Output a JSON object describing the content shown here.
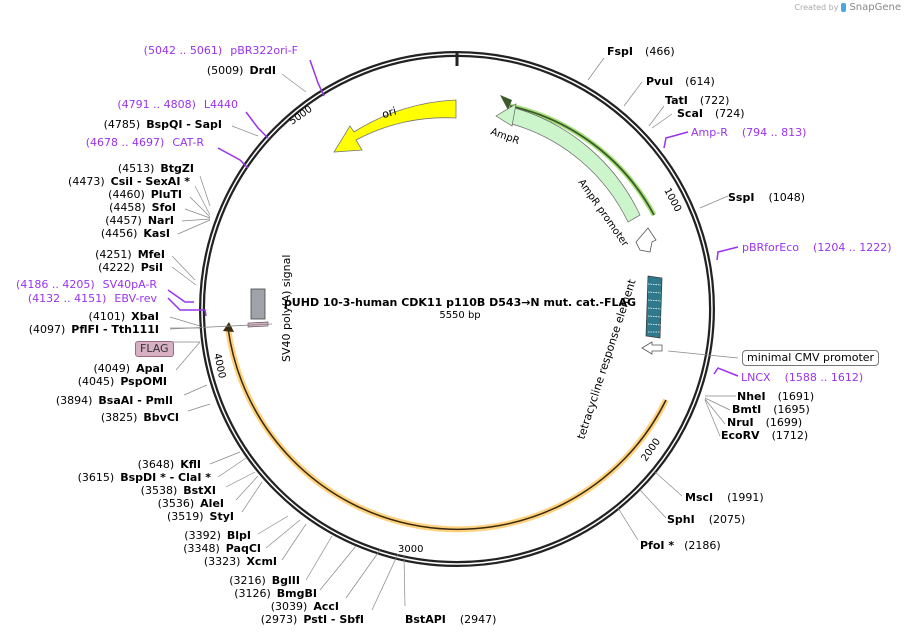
{
  "credit": {
    "created_by": "Created by",
    "brand": "SnapGene"
  },
  "plasmid": {
    "name": "pUHD 10-3-human CDK11 p110B D543→N mut. cat.-FLAG",
    "length": "5550 bp"
  },
  "ticks": [
    "1000",
    "2000",
    "3000",
    "4000",
    "5000"
  ],
  "features": {
    "ori": "ori",
    "ampr": "AmpR",
    "ampr_promoter": "AmpR promoter",
    "tre": "tetracycline response element",
    "sv40": "SV40 poly(A) signal",
    "flag": "FLAG",
    "cmv": "minimal CMV promoter"
  },
  "primers_left": [
    {
      "range": "(5042 .. 5061)",
      "name": "pBR322ori-F"
    },
    {
      "range": "(4791 .. 4808)",
      "name": "L4440"
    },
    {
      "range": "(4678 .. 4697)",
      "name": "CAT-R"
    },
    {
      "range": "(4186 .. 4205)",
      "name": "SV40pA-R"
    },
    {
      "range": "(4132 .. 4151)",
      "name": "EBV-rev"
    }
  ],
  "primers_right": [
    {
      "name": "Amp-R",
      "range": "(794 .. 813)"
    },
    {
      "name": "pBRforEco",
      "range": "(1204 .. 1222)"
    },
    {
      "name": "LNCX",
      "range": "(1588 .. 1612)"
    }
  ],
  "sites_left": [
    {
      "pos": "(5009)",
      "name": "DrdI"
    },
    {
      "pos": "(4785)",
      "name": "BspQI  - SapI"
    },
    {
      "pos": "(4513)",
      "name": "BtgZI"
    },
    {
      "pos": "(4473)",
      "name": "CsiI  - SexAI *"
    },
    {
      "pos": "(4460)",
      "name": "PluTI"
    },
    {
      "pos": "(4458)",
      "name": "SfoI"
    },
    {
      "pos": "(4457)",
      "name": "NarI"
    },
    {
      "pos": "(4456)",
      "name": "KasI"
    },
    {
      "pos": "(4251)",
      "name": "MfeI"
    },
    {
      "pos": "(4222)",
      "name": "PsiI"
    },
    {
      "pos": "(4101)",
      "name": "XbaI"
    },
    {
      "pos": "(4097)",
      "name": "PflFI  - Tth111I"
    },
    {
      "pos": "(4049)",
      "name": "ApaI"
    },
    {
      "pos": "(4045)",
      "name": "PspOMI"
    },
    {
      "pos": "(3894)",
      "name": "BsaAI  - PmlI"
    },
    {
      "pos": "(3825)",
      "name": "BbvCI"
    },
    {
      "pos": "(3648)",
      "name": "KflI"
    },
    {
      "pos": "(3615)",
      "name": "BspDI * - ClaI *"
    },
    {
      "pos": "(3538)",
      "name": "BstXI"
    },
    {
      "pos": "(3536)",
      "name": "AleI"
    },
    {
      "pos": "(3519)",
      "name": "StyI"
    },
    {
      "pos": "(3392)",
      "name": "BlpI"
    },
    {
      "pos": "(3348)",
      "name": "PaqCI"
    },
    {
      "pos": "(3323)",
      "name": "XcmI"
    },
    {
      "pos": "(3216)",
      "name": "BglII"
    },
    {
      "pos": "(3126)",
      "name": "BmgBI"
    },
    {
      "pos": "(3039)",
      "name": "AccI"
    },
    {
      "pos": "(2973)",
      "name": "PstI  - SbfI"
    }
  ],
  "sites_right": [
    {
      "name": "FspI",
      "pos": "(466)"
    },
    {
      "name": "PvuI",
      "pos": "(614)"
    },
    {
      "name": "TatI",
      "pos": "(722)"
    },
    {
      "name": "ScaI",
      "pos": "(724)"
    },
    {
      "name": "SspI",
      "pos": "(1048)"
    },
    {
      "name": "NheI",
      "pos": "(1691)"
    },
    {
      "name": "BmtI",
      "pos": "(1695)"
    },
    {
      "name": "NruI",
      "pos": "(1699)"
    },
    {
      "name": "EcoRV",
      "pos": "(1712)"
    },
    {
      "name": "MscI",
      "pos": "(1991)"
    },
    {
      "name": "SphI",
      "pos": "(2075)"
    },
    {
      "name": "PfoI *",
      "pos": "(2186)"
    },
    {
      "name": "BstAPI",
      "pos": "(2947)"
    }
  ],
  "colors": {
    "ori": "#ffff00",
    "ampr": "#ccf5cc",
    "ampr_outline": "#99dd66",
    "tre": "#2e7a8c",
    "sv40": "#a0a4aa",
    "flag": "#d8b0c4",
    "insert": "#ffd27f",
    "primer": "#9933ee"
  }
}
